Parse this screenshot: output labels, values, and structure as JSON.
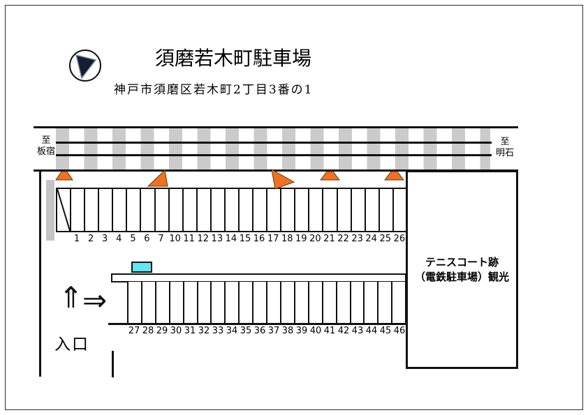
{
  "header": {
    "title": "須磨若木町駐車場",
    "address": "神戸市須磨区若木町2丁目3番の1"
  },
  "railway": {
    "left_destination": {
      "prefix": "至",
      "name": "板宿"
    },
    "right_destination": {
      "prefix": "至",
      "name": "明石"
    }
  },
  "parking": {
    "row_top": {
      "spaces": [
        "1",
        "2",
        "3",
        "4",
        "5",
        "6",
        "7",
        "10",
        "11",
        "12",
        "13",
        "14",
        "15",
        "16",
        "17",
        "18",
        "19",
        "20",
        "21",
        "22",
        "23",
        "24",
        "25",
        "26"
      ]
    },
    "row_bottom": {
      "spaces": [
        "27",
        "28",
        "29",
        "30",
        "31",
        "32",
        "33",
        "34",
        "35",
        "36",
        "37",
        "38",
        "39",
        "40",
        "41",
        "42",
        "43",
        "44",
        "45",
        "46"
      ]
    }
  },
  "landmark": {
    "line1": "テニスコート跡",
    "line2": "（電鉄駐車場）観光"
  },
  "entrance": {
    "label": "入口",
    "up_arrow": "⇑",
    "right_arrow": "⇒"
  },
  "colors": {
    "marker_orange": "#F2711F",
    "cyan_box": "#5FE8F0",
    "tie_gray": "#CBCBCB",
    "gray_bar": "#C4C4C4",
    "ink": "#111111"
  }
}
